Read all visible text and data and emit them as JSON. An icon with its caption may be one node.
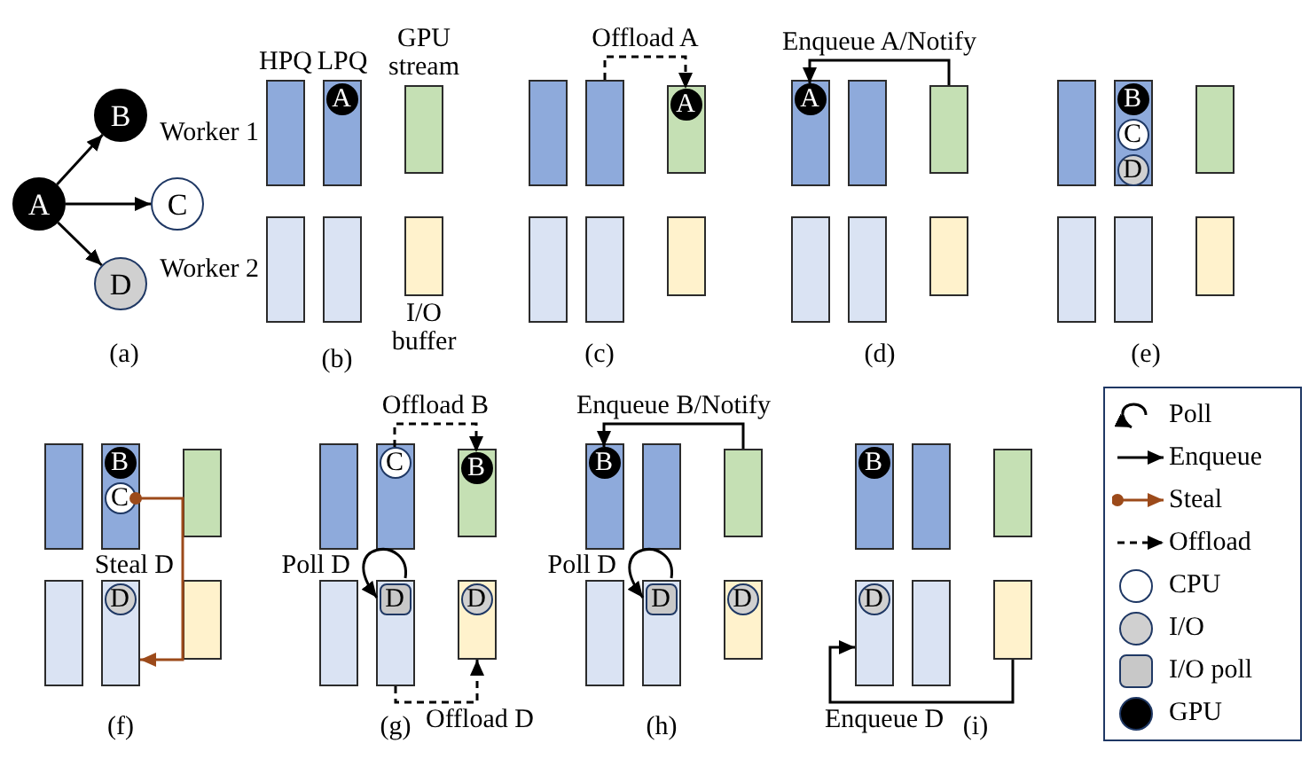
{
  "diagram": {
    "nodes": [
      {
        "text": [
          "A"
        ]
      },
      {
        "text": [
          "B"
        ]
      },
      {
        "text": [
          "C"
        ]
      },
      {
        "text": [
          "D"
        ]
      },
      {
        "text": [
          "HPQ"
        ]
      },
      {
        "text": [
          "LPQ"
        ]
      },
      {
        "text": [
          "GPU stream"
        ]
      },
      {
        "text": [],
        "shape": "bar"
      },
      {
        "text": [],
        "shape": "bar"
      },
      {
        "text": [
          "I/O buffer"
        ]
      },
      {
        "text": [
          "A"
        ],
        "in": 5
      },
      {
        "text": [],
        "shape": "bar"
      },
      {
        "text": [],
        "shape": "bar"
      },
      {
        "text": [],
        "shape": "bar"
      },
      {
        "text": [],
        "shape": "bar"
      },
      {
        "text": [],
        "shape": "bar"
      },
      {
        "text": [],
        "shape": "bar"
      },
      {
        "text": [
          "A"
        ],
        "in": 13
      },
      {
        "text": [],
        "shape": "bar"
      },
      {
        "text": [],
        "shape": "bar"
      },
      {
        "text": [],
        "shape": "bar"
      },
      {
        "text": [],
        "shape": "bar"
      },
      {
        "text": [],
        "shape": "bar"
      },
      {
        "text": [],
        "shape": "bar"
      },
      {
        "text": [
          "A"
        ],
        "in": 18
      },
      {
        "text": [],
        "shape": "bar"
      },
      {
        "text": [],
        "shape": "bar"
      },
      {
        "text": [],
        "shape": "bar"
      },
      {
        "text": [],
        "shape": "bar"
      },
      {
        "text": [],
        "shape": "bar"
      },
      {
        "text": [],
        "shape": "bar"
      },
      {
        "text": [
          "B"
        ],
        "in": 26
      },
      {
        "text": [
          "C"
        ],
        "in": 26
      },
      {
        "text": [
          "D"
        ],
        "in": 26
      },
      {
        "text": [],
        "shape": "bar"
      },
      {
        "text": [],
        "shape": "bar"
      },
      {
        "text": [],
        "shape": "bar"
      },
      {
        "text": [],
        "shape": "bar"
      },
      {
        "text": [],
        "shape": "bar"
      },
      {
        "text": [],
        "shape": "bar"
      },
      {
        "text": [
          "B"
        ],
        "in": 35
      },
      {
        "text": [
          "C"
        ],
        "in": 35
      },
      {
        "text": [
          "D"
        ],
        "in": 38
      },
      {
        "text": [],
        "shape": "bar"
      },
      {
        "text": [],
        "shape": "bar"
      },
      {
        "text": [],
        "shape": "bar"
      },
      {
        "text": [],
        "shape": "bar"
      },
      {
        "text": [],
        "shape": "bar"
      },
      {
        "text": [],
        "shape": "bar"
      },
      {
        "text": [
          "C"
        ],
        "in": 44
      },
      {
        "text": [
          "B"
        ],
        "in": 45
      },
      {
        "text": [
          "D"
        ],
        "in": 47
      },
      {
        "text": [
          "D"
        ],
        "in": 48
      },
      {
        "text": [],
        "shape": "bar"
      },
      {
        "text": [],
        "shape": "bar"
      },
      {
        "text": [],
        "shape": "bar"
      },
      {
        "text": [],
        "shape": "bar"
      },
      {
        "text": [],
        "shape": "bar"
      },
      {
        "text": [],
        "shape": "bar"
      },
      {
        "text": [
          "B"
        ],
        "in": 53
      },
      {
        "text": [
          "D"
        ],
        "in": 57
      },
      {
        "text": [
          "D"
        ],
        "in": 58
      },
      {
        "text": [],
        "shape": "bar"
      },
      {
        "text": [],
        "shape": "bar"
      },
      {
        "text": [],
        "shape": "bar"
      },
      {
        "text": [],
        "shape": "bar"
      },
      {
        "text": [],
        "shape": "bar"
      },
      {
        "text": [],
        "shape": "bar"
      },
      {
        "text": [
          "B"
        ],
        "in": 62
      },
      {
        "text": [
          "D"
        ],
        "in": 65
      }
    ],
    "edges": [
      {
        "from": 0,
        "to": 1,
        "arrow": "to"
      },
      {
        "from": 0,
        "to": 2,
        "arrow": "to"
      },
      {
        "from": 0,
        "to": 3,
        "arrow": "to"
      },
      {
        "from": 12,
        "to": 17,
        "arrow": "to",
        "label": "Offload A",
        "style": "dashed"
      },
      {
        "from": 20,
        "to": 24,
        "arrow": "to",
        "label": "Enqueue A/Notify"
      },
      {
        "from": 41,
        "to": 38,
        "arrow": "to",
        "label": "Steal D",
        "color": "#9c4a1a"
      },
      {
        "from": 49,
        "to": 50,
        "arrow": "to",
        "label": "Offload B",
        "style": "dashed"
      },
      {
        "from": null,
        "to": 51,
        "arrow": "to",
        "label": "Poll D"
      },
      {
        "from": 47,
        "to": 48,
        "arrow": "to",
        "label": "Offload D",
        "style": "dashed"
      },
      {
        "from": 55,
        "to": 59,
        "arrow": "to",
        "label": "Enqueue B/Notify"
      },
      {
        "from": null,
        "to": 60,
        "arrow": "to",
        "label": "Poll D"
      },
      {
        "from": 67,
        "to": 65,
        "arrow": "to",
        "label": "Enqueue D"
      }
    ],
    "labels": [
      "Worker 1",
      "Worker 2",
      "(a)",
      "(b)",
      "(c)",
      "(d)",
      "(e)",
      "(f)",
      "(g)",
      "(h)",
      "(i)"
    ],
    "legend": [
      {
        "text": "Poll"
      },
      {
        "text": "Enqueue"
      },
      {
        "text": "Steal"
      },
      {
        "text": "Offload"
      },
      {
        "text": "CPU",
        "color": "#ffffff"
      },
      {
        "text": "I/O",
        "color": "#d0d0d0"
      },
      {
        "text": "I/O poll",
        "color": "#c8c8c8"
      },
      {
        "text": "GPU",
        "color": "#000000"
      }
    ]
  }
}
